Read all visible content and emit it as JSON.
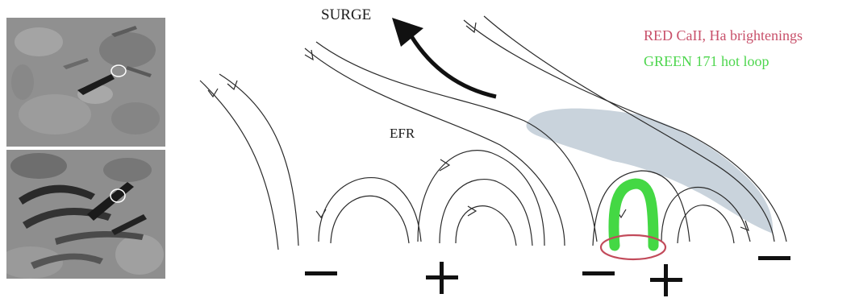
{
  "labels": {
    "surge": "SURGE",
    "efr": "EFR"
  },
  "legend": {
    "red": {
      "text": "RED CaII, Ha brightenings",
      "color": "#c8506a"
    },
    "green": {
      "text": "GREEN 171 hot loop",
      "color": "#4ed64e"
    }
  },
  "polarity": [
    "–",
    "+",
    "–",
    "+",
    "–"
  ],
  "colors": {
    "field_lines": "#2a2a2a",
    "surge_arrow": "#111111",
    "shaded_region": "#c9d3dc",
    "hot_loop": "#44d844",
    "brightening": "#c24a5a"
  }
}
